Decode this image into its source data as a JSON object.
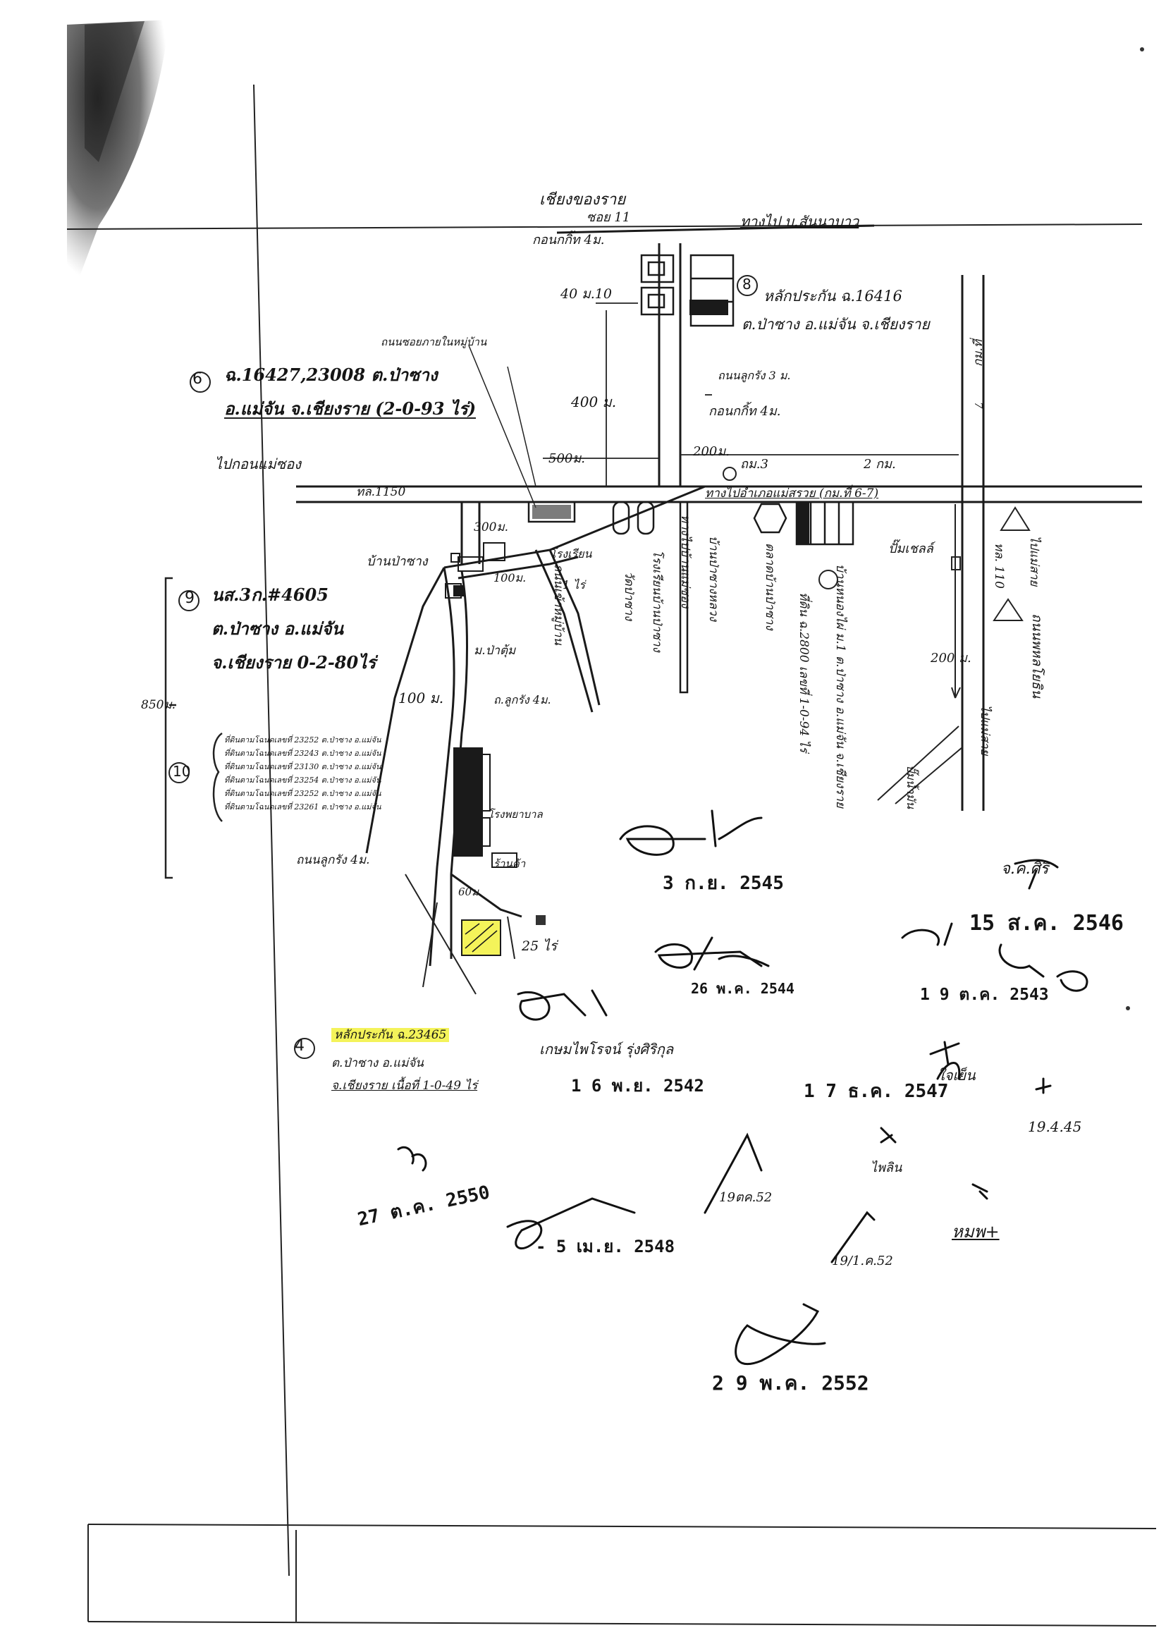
{
  "map": {
    "top_direction": "เชียงของราย",
    "top_road_left": "ซอย 11",
    "top_road_right": "ทางไป บ.สันนาบาว",
    "km_top": "กอนกกิ้ท 4ม.",
    "km_mid": "กอนกกิ้ท 4ม.",
    "distance_40m": "40 ม.10",
    "distance_400m": "400 ม.",
    "distance_500m": "500ม.",
    "distance_200m": "200ม.",
    "distance_300m": "300ม.",
    "distance_100m_a": "100ม.",
    "distance_100m_b": "100 ม.",
    "distance_850m": "850ม.",
    "distance_60m": "60ม.",
    "distance_200m_right": "200 ม.",
    "road_1150": "ทล.1150",
    "road_m3": "ถม.3",
    "road_2km": "2 กม.",
    "road_sign_right": "ทางไปอำเภอแม่สรวย (กม.ที่ 6-7)",
    "to_left": "ไปกอนแม่ซอง",
    "label_8": "8",
    "parcel_8_line1": "หลักประกัน ฉ.16416",
    "parcel_8_line2": "ต.ป่าซาง อ.แม่จัน จ.เชียงราย",
    "label_6": "6",
    "parcel_6_line1": "ฉ.16427,23008 ต.ป่าซาง",
    "parcel_6_line2": "อ.แม่จัน จ.เชียงราย (2-0-93 ไร่)",
    "label_9": "9",
    "parcel_9_line1": "นส.3ก.#4605",
    "parcel_9_line2": "ต.ป่าซาง อ.แม่จัน",
    "parcel_9_line3": "จ.เชียงราย 0-2-80ไร่",
    "label_10": "10",
    "parcel_10_lines": [
      "ที่ดินตามโฉนดเลขที่ 23252 ต.ป่าซาง อ.แม่จัน",
      "ที่ดินตามโฉนดเลขที่ 23243 ต.ป่าซาง อ.แม่จัน",
      "ที่ดินตามโฉนดเลขที่ 23130 ต.ป่าซาง อ.แม่จัน",
      "ที่ดินตามโฉนดเลขที่ 23254 ต.ป่าซาง อ.แม่จัน",
      "ที่ดินตามโฉนดเลขที่ 23252 ต.ป่าซาง อ.แม่จัน",
      "ที่ดินตามโฉนดเลขที่ 23261 ต.ป่าซาง อ.แม่จัน"
    ],
    "label_4": "4",
    "parcel_4_line1": "หลักประกัน ฉ.23465",
    "parcel_4_line2": "ต.ป่าซาง อ.แม่จัน",
    "parcel_4_line3": "จ.เชียงราย เนื้อที่ 1-0-49 ไร่",
    "label_7": "7",
    "village_pasang": "บ้านป่าซาง",
    "school": "โรงเรียน",
    "market": "ตลาดบ้านป่าซาง",
    "temple": "วัดป่าซาง",
    "village_m": "ม.ป่าตุ้ม",
    "road_km_small": "ถ.ลูกรัง 4ม.",
    "road_luk_rang": "ถนนลูกรัง 4ม.",
    "station": "ปั๊มน้ำมัน",
    "gas": "ปั๊มเชลล์",
    "highway_110": "ทล. 110",
    "highway_sign": "ไปแม่สาย",
    "highway_label": "ถนนพหลโยธิน",
    "km_marker": "กม.ที่",
    "rotated_parcel_7": "บ้านหนองไผ่ ม.1 ต.ป่าซาง อ.แม่จัน จ.เชียงราย",
    "rotated_parcel_7b": "ที่ดิน ฉ.2800 เลขที่ 1-0-94 ไร่",
    "rotated_school2": "โรงเรียนบ้านป่าซาง",
    "rotated_mid1": "ทางไปบ้านแม่ซอง",
    "rotated_mid2": "บ้านป่าซางหลวง",
    "rotated_left1": "ถนนซอยภายในหมู่บ้าน",
    "rotated_road_right": "ถนนเข้าหมู่บ้าน",
    "rotated_road_top": "ถนนลูกรัง 3 ม.",
    "note_small": "25 ไร่",
    "note_small2": "1 ไร่",
    "place_small": "โรงพยาบาล",
    "place_small2": "ร้านค้า"
  },
  "stamps": {
    "d1": "3 ก.ย. 2545",
    "d2": "15 ส.ค. 2546",
    "d3": "1 9 ต.ค. 2543",
    "d4": "26 พ.ค. 2544",
    "d5": "1 6 พ.ย. 2542",
    "d6": "1 7 ธ.ค. 2547",
    "d7": "27 ต.ค. 2550",
    "d8": "- 5 เม.ย. 2548",
    "d9": "2 9 พ.ค. 2552"
  },
  "handwriting": {
    "h1": "เกษมไพโรจน์ รุ่งศิริกุล",
    "h2": "จ.ค.ศิริ",
    "h3": "ใจเย็น",
    "h4": "19.4.45",
    "h5": "19ตค.52",
    "h6": "19/1.ค.52",
    "h7": "หมพ+",
    "h8": "ไพลิน"
  },
  "colors": {
    "ink": "#151515",
    "highlight": "#f4f35a",
    "scan_dark": "#2a2a2a"
  }
}
